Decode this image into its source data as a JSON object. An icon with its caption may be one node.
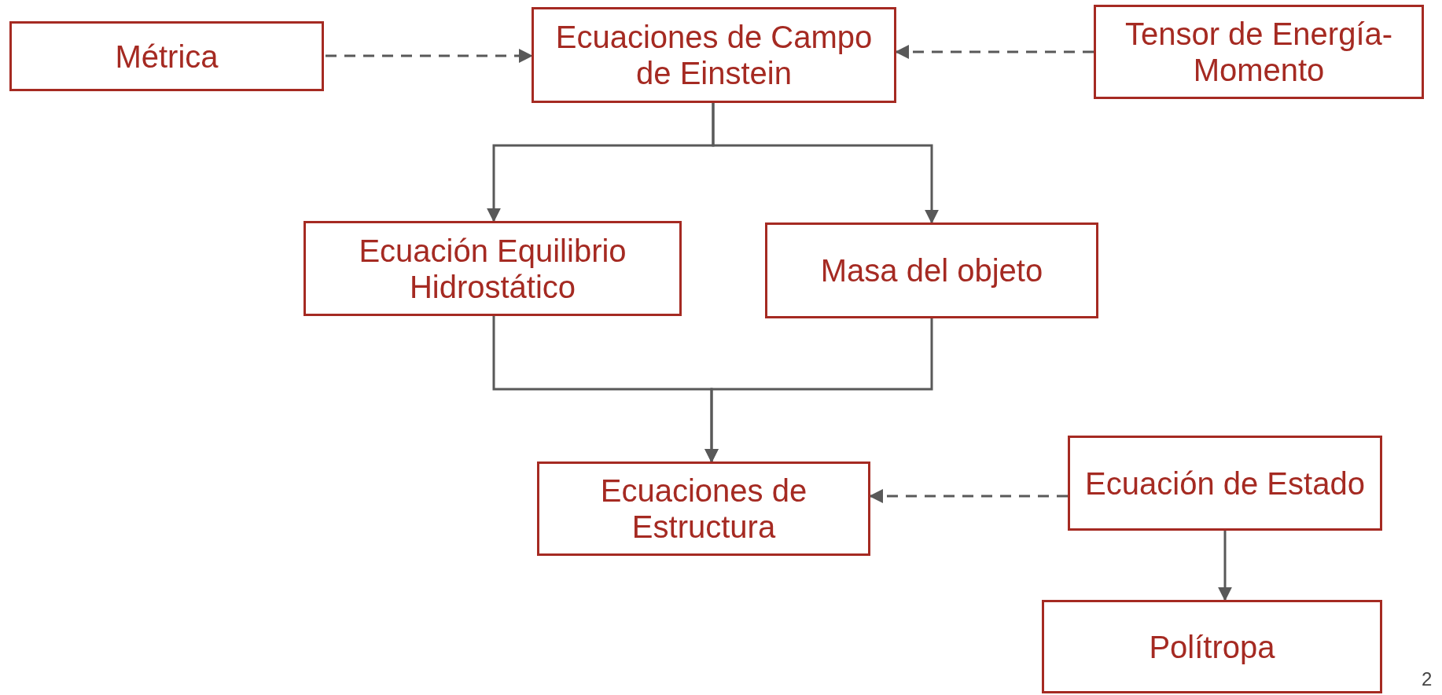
{
  "diagram": {
    "nodes": [
      {
        "text": [
          "Métrica"
        ]
      },
      {
        "text": [
          "Ecuaciones de Campo de Einstein"
        ]
      },
      {
        "text": [
          "Tensor de Energía-Momento"
        ]
      },
      {
        "text": [
          "Ecuación Equilibrio Hidrostático"
        ]
      },
      {
        "text": [
          "Masa del objeto"
        ]
      },
      {
        "text": [
          "Ecuaciones de Estructura"
        ]
      },
      {
        "text": [
          "Ecuación de Estado"
        ]
      },
      {
        "text": [
          "Polítropa"
        ]
      }
    ],
    "edges": [
      {
        "from": 0,
        "to": 1,
        "arrow": "to",
        "style": "dashed"
      },
      {
        "from": 2,
        "to": 1,
        "arrow": "to",
        "style": "dashed"
      },
      {
        "from": 1,
        "to": 3,
        "arrow": "to"
      },
      {
        "from": 1,
        "to": 4,
        "arrow": "to"
      },
      {
        "from": 3,
        "to": 5,
        "arrow": "to"
      },
      {
        "from": 4,
        "to": 5,
        "arrow": "to"
      },
      {
        "from": 6,
        "to": 5,
        "arrow": "to",
        "style": "dashed"
      },
      {
        "from": 6,
        "to": 7,
        "arrow": "to"
      }
    ],
    "labels": [
      "2"
    ]
  }
}
